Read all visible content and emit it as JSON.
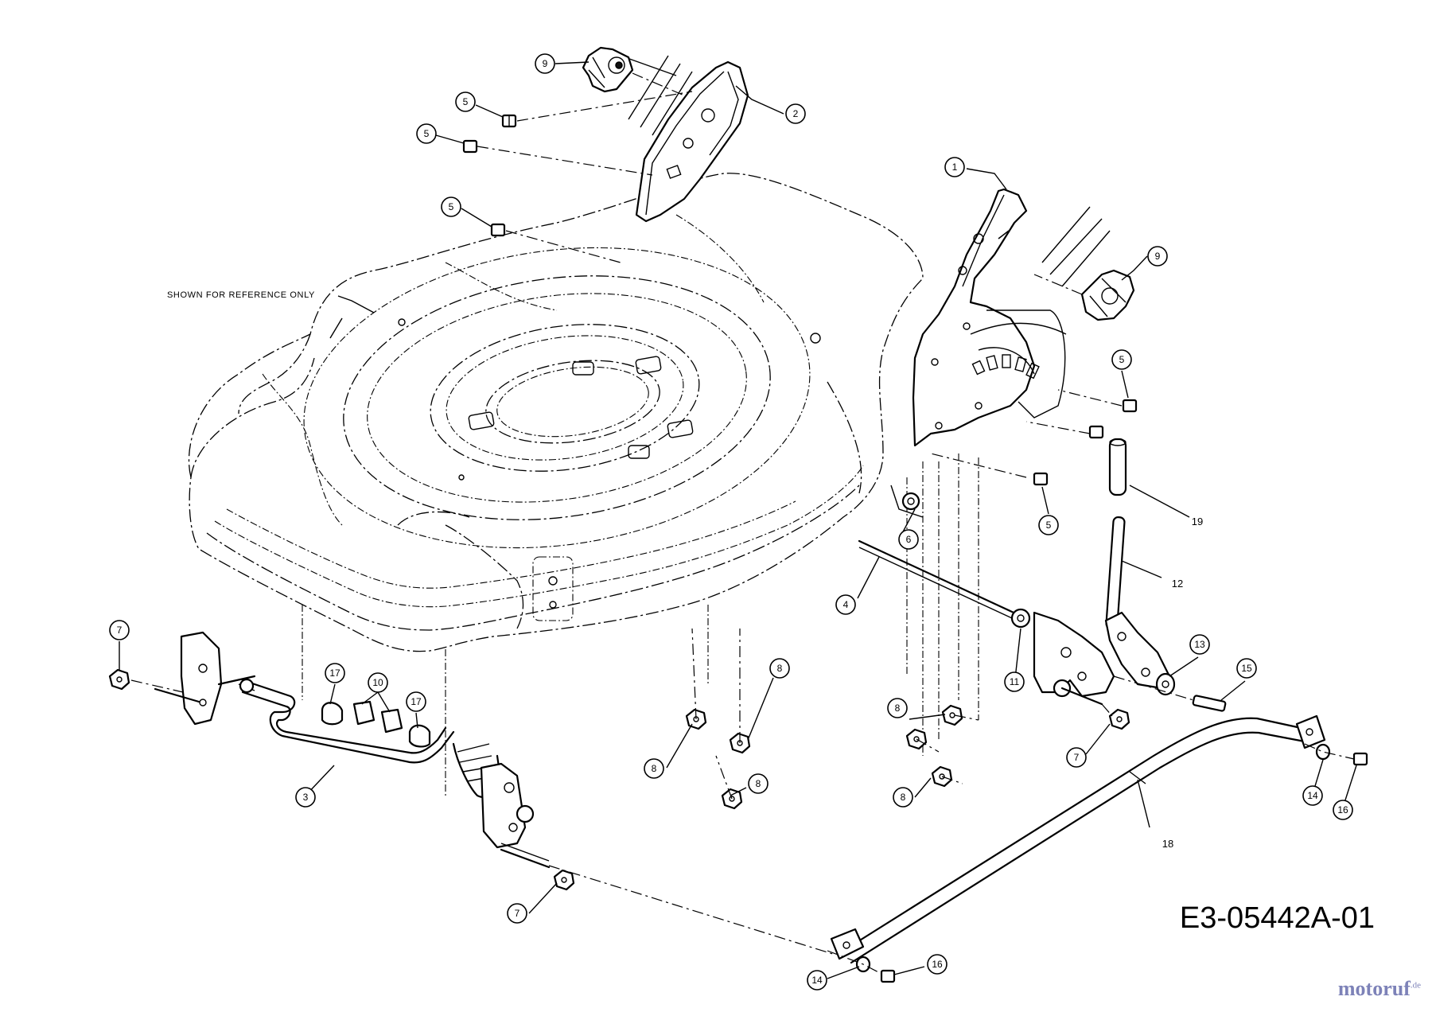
{
  "diagram": {
    "drawing_code": "E3-05442A-01",
    "reference_note": "SHOWN FOR REFERENCE ONLY",
    "watermark": {
      "text": "motoruf",
      "suffix": ".de",
      "color": "#7d82b8"
    },
    "callouts": [
      "9",
      "5",
      "5",
      "5",
      "2",
      "1",
      "9",
      "5",
      "5",
      "6",
      "4",
      "7",
      "17",
      "10",
      "17",
      "3",
      "7",
      "8",
      "8",
      "8",
      "8",
      "8",
      "11",
      "13",
      "15",
      "7",
      "14",
      "16",
      "14",
      "16"
    ],
    "plain_labels": [
      "19",
      "12",
      "18"
    ]
  }
}
